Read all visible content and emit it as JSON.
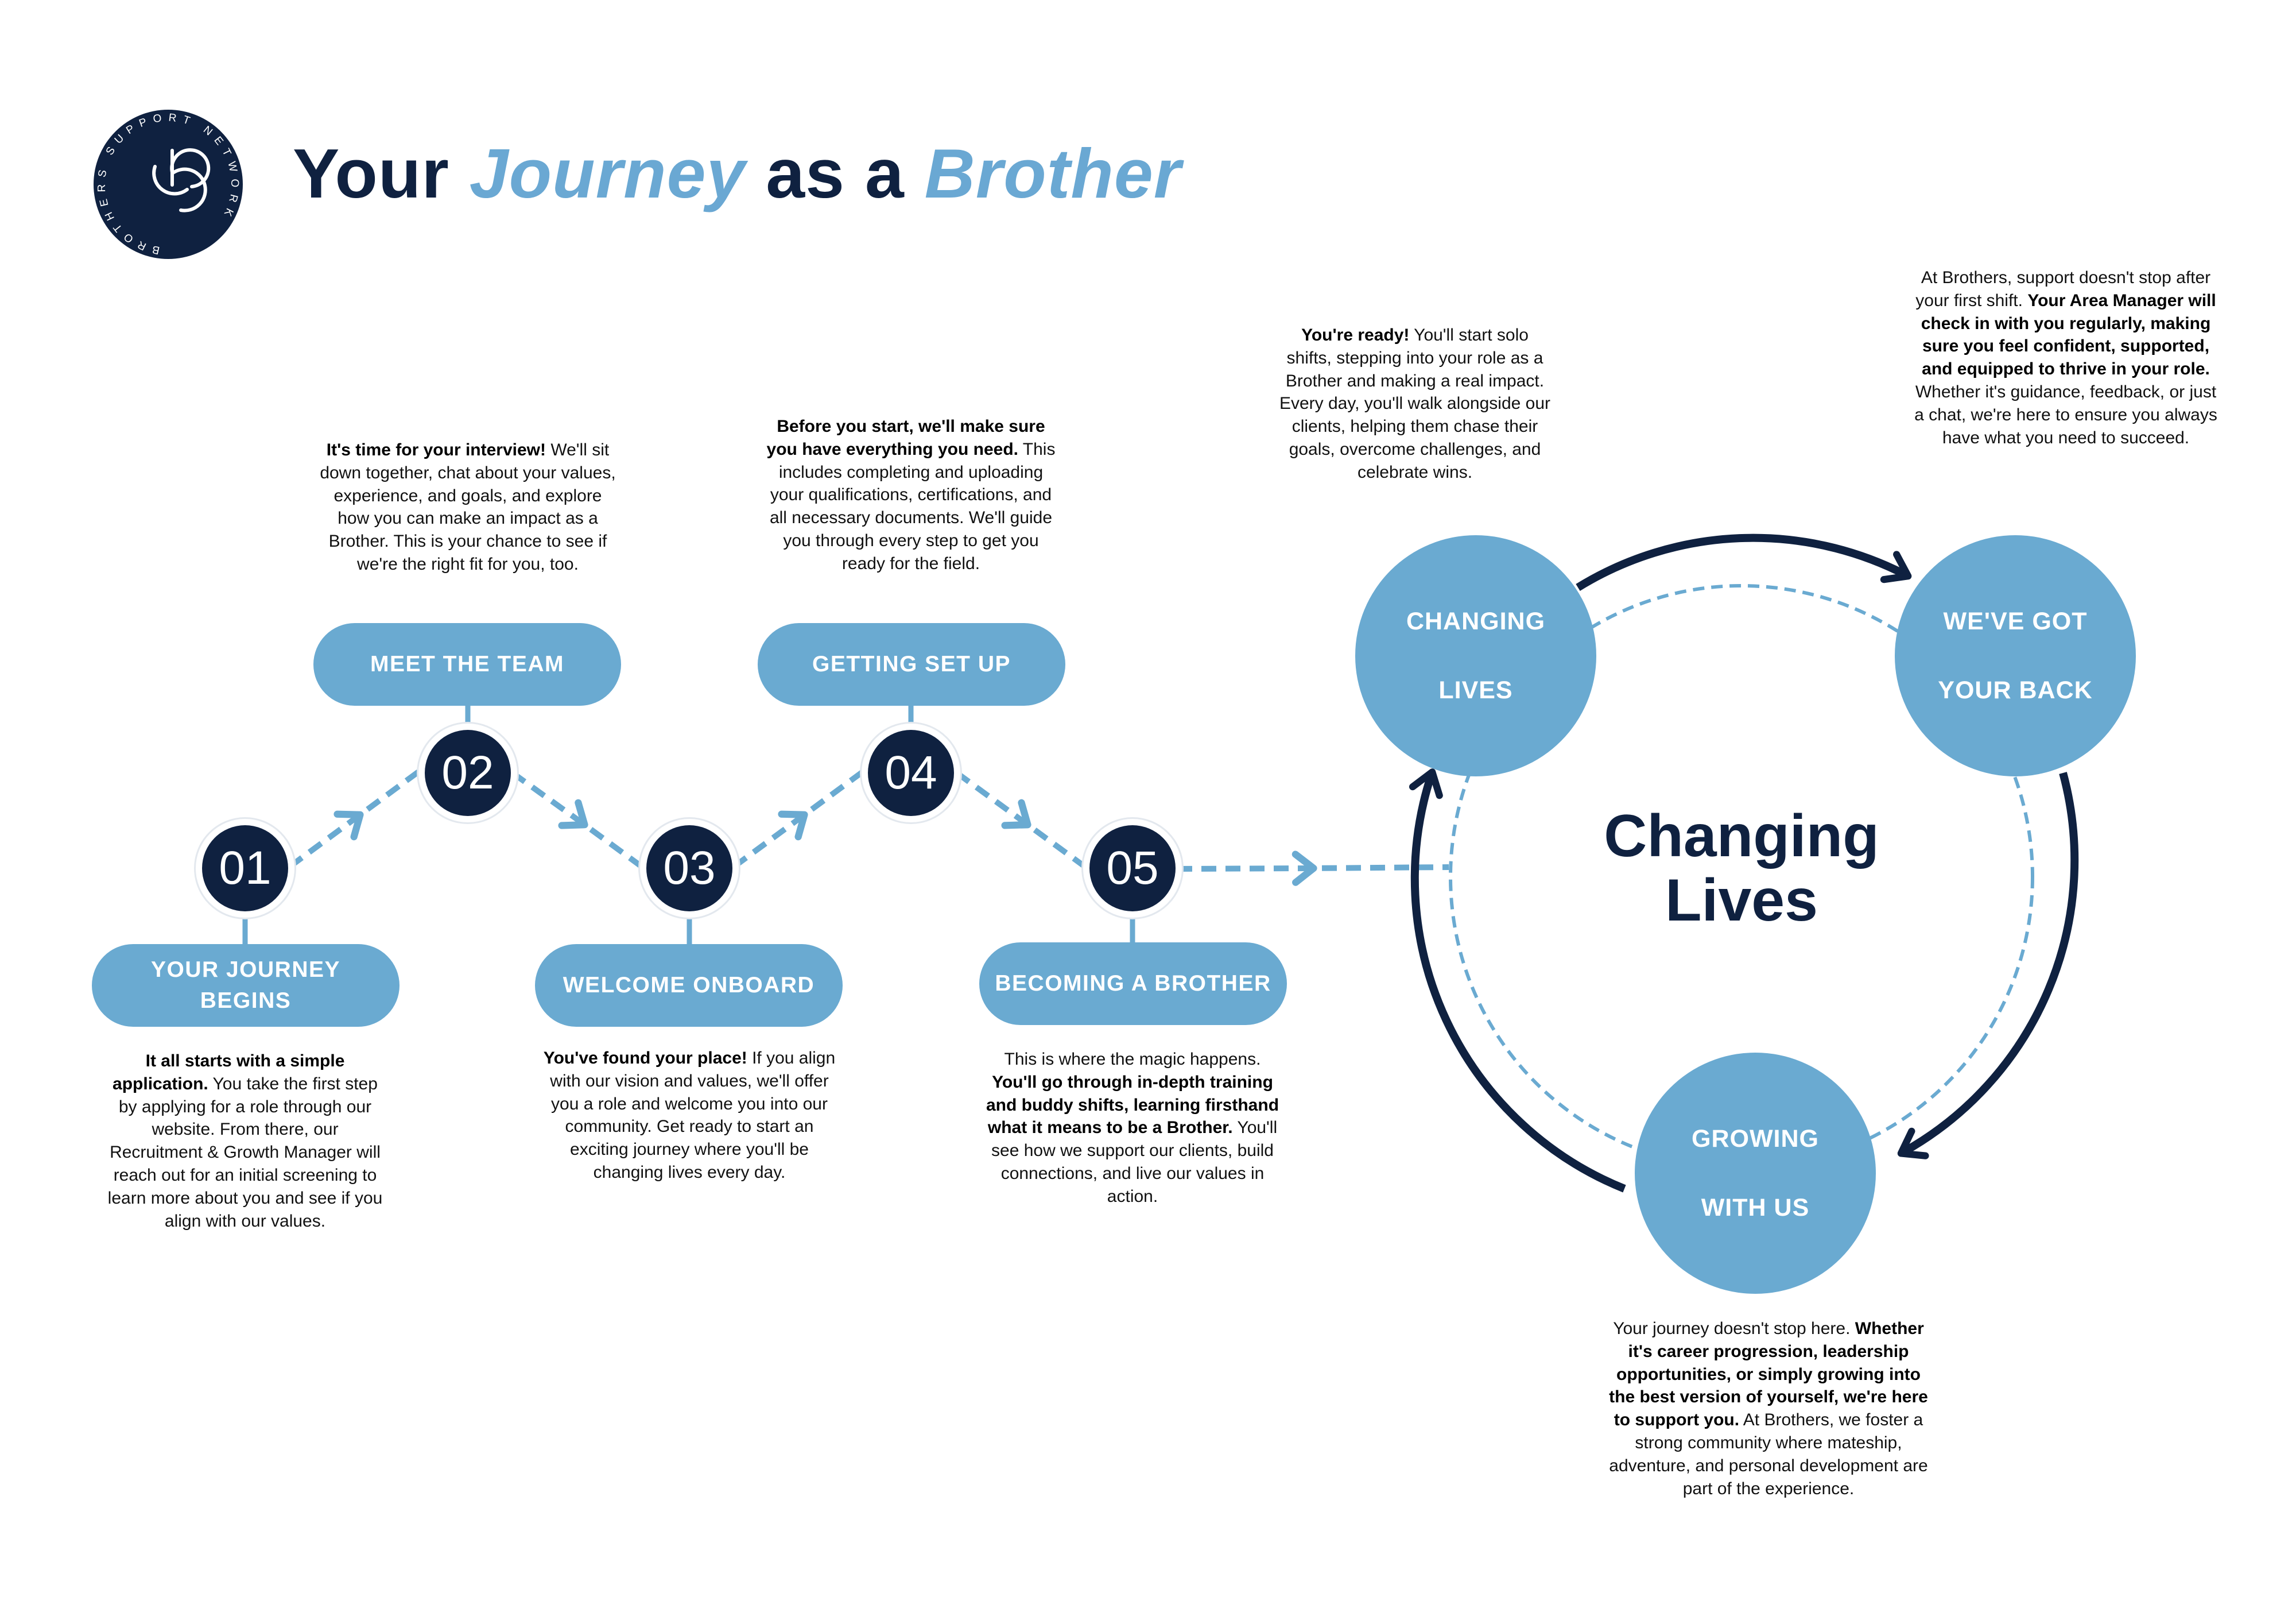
{
  "logo": {
    "ring_text": "BROTHERS SUPPORT NETWORK",
    "icon": "b-monogram-icon"
  },
  "title": {
    "part1": "Your ",
    "part2": "Journey",
    "part3": " as a ",
    "part4": "Brother"
  },
  "colors": {
    "navy": "#0f2140",
    "blue": "#6aaad1",
    "title_accent": "#6aa8d3"
  },
  "steps": [
    {
      "number": "01",
      "label_line1": "YOUR JOURNEY",
      "label_line2": "BEGINS",
      "pre": "",
      "bold": "It all starts with a simple application.",
      "post": " You take the first step by applying for a role through our website. From there, our Recruitment & Growth Manager will reach out for an initial screening to learn more about you and see if you align with our values."
    },
    {
      "number": "02",
      "label_line1": "MEET THE TEAM",
      "label_line2": "",
      "pre": "",
      "bold": "It's time for your interview!",
      "post": " We'll sit down together, chat about your values, experience, and goals, and explore how you can make an impact as a Brother. This is your chance to see if we're the right fit for you, too."
    },
    {
      "number": "03",
      "label_line1": "WELCOME ONBOARD",
      "label_line2": "",
      "pre": "",
      "bold": "You've found your place!",
      "post": " If you align with our vision and values, we'll offer you a role and welcome you into our community. Get ready to start an exciting journey where you'll be changing lives every day."
    },
    {
      "number": "04",
      "label_line1": "GETTING SET UP",
      "label_line2": "",
      "pre": "",
      "bold": "Before you start, we'll make sure you have everything you need.",
      "post": " This includes completing and uploading your qualifications, certifications, and all necessary documents. We'll guide you through every step to get you ready for the field."
    },
    {
      "number": "05",
      "label_line1": "BECOMING A BROTHER",
      "label_line2": "",
      "pre": "This is where the magic happens. ",
      "bold": "You'll go through in-depth training and buddy shifts, learning firsthand what it means to be a Brother.",
      "post": " You'll see how we support our clients, build connections, and live our values in action."
    }
  ],
  "cycle": {
    "center_line1": "Changing",
    "center_line2": "Lives",
    "nodes": [
      {
        "label_line1": "CHANGING",
        "label_line2": "LIVES",
        "pre": "",
        "bold": "You're ready!",
        "post": " You'll start solo shifts, stepping into your role as a Brother and making a real impact. Every day, you'll walk alongside our clients, helping them chase their goals, overcome challenges, and celebrate wins."
      },
      {
        "label_line1": "WE'VE GOT",
        "label_line2": "YOUR BACK",
        "pre": "At Brothers, support doesn't stop after your first shift. ",
        "bold": "Your Area Manager will check in with you regularly, making sure you feel confident, supported, and equipped to thrive in your role.",
        "post": " Whether it's guidance, feedback, or just a chat, we're here to ensure you always have what you need to succeed."
      },
      {
        "label_line1": "GROWING",
        "label_line2": "WITH US",
        "pre": "Your journey doesn't stop here. ",
        "bold": "Whether it's career progression, leadership opportunities, or simply growing into the best version of yourself, we're here to support you.",
        "post": " At Brothers, we foster a strong community where mateship, adventure, and personal development are part of the experience."
      }
    ]
  }
}
